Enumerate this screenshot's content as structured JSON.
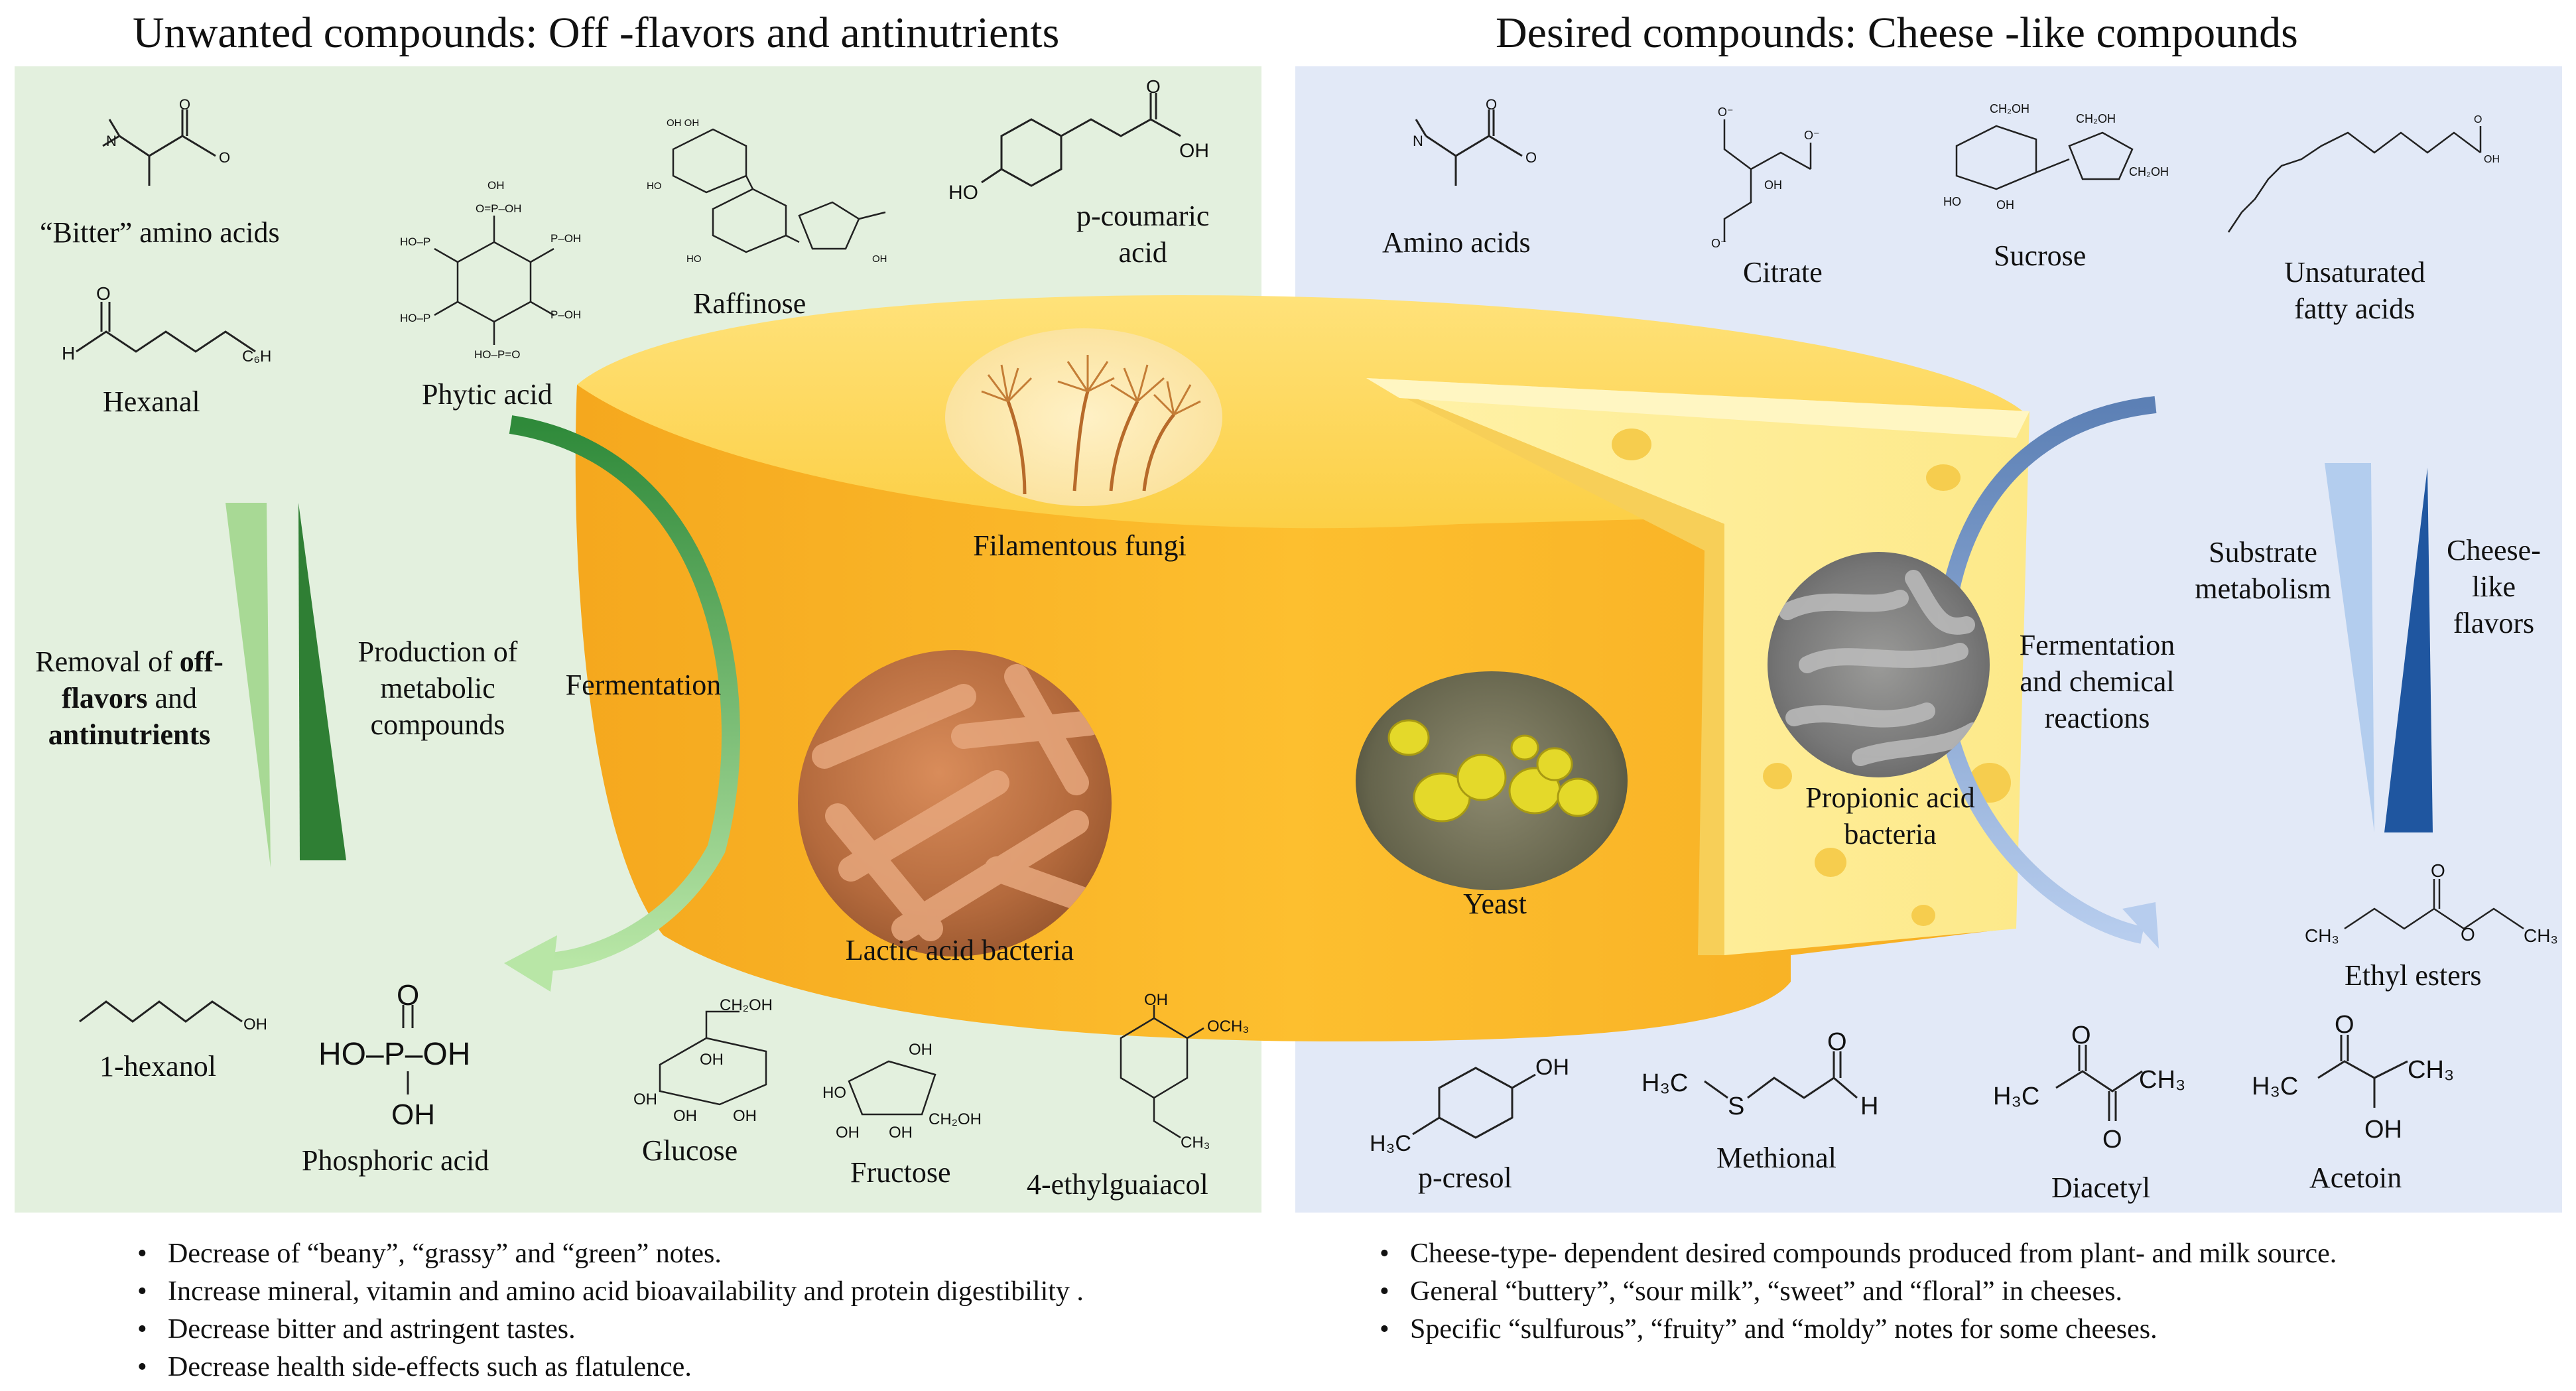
{
  "titles": {
    "left": "Unwanted compounds: Off -flavors and antinutrients",
    "right": "Desired compounds: Cheese -like compounds"
  },
  "left_compounds": {
    "bitter": "“Bitter” amino acids",
    "hexanal": "Hexanal",
    "phytic": "Phytic acid",
    "raffinose": "Raffinose",
    "coumaric_1": "p-coumaric",
    "coumaric_2": "acid",
    "hexanol": "1-hexanol",
    "phosphoric": "Phosphoric acid",
    "glucose": "Glucose",
    "fructose": "Fructose",
    "guaiacol": "4-ethylguaiacol"
  },
  "right_compounds": {
    "amino": "Amino acids",
    "citrate": "Citrate",
    "sucrose": "Sucrose",
    "ufa_1": "Unsaturated",
    "ufa_2": "fatty acids",
    "ethyl": "Ethyl esters",
    "pcresol": "p-cresol",
    "methional": "Methional",
    "diacetyl": "Diacetyl",
    "acetoin": "Acetoin"
  },
  "organisms": {
    "fungi": "Filamentous fungi",
    "lab": "Lactic acid bacteria",
    "yeast": "Yeast",
    "pab_1": "Propionic acid",
    "pab_2": "bacteria"
  },
  "process": {
    "fermentation": "Fermentation",
    "fc_1": "Fermentation",
    "fc_2": "and chemical",
    "fc_3": "reactions",
    "removal_1": "Removal of",
    "removal_1b": "off-",
    "removal_2a": "flavors",
    "removal_2b": " and",
    "removal_3": "antinutrients",
    "prod_1": "Production of",
    "prod_2": "metabolic",
    "prod_3": "compounds",
    "sub_1": "Substrate",
    "sub_2": "metabolism",
    "cl_1": "Cheese-",
    "cl_2": "like",
    "cl_3": "flavors"
  },
  "bullets_left": [
    "Decrease of “beany”, “grassy” and “green” notes.",
    "Increase mineral, vitamin and amino acid bioavailability  and protein digestibility .",
    "Decrease bitter and astringent tastes.",
    "Decrease health side-effects such as flatulence."
  ],
  "bullets_right": [
    "Cheese-type- dependent desired compounds produced from plant- and milk source.",
    "General “buttery”, “sour milk”, “sweet” and “floral” in cheeses.",
    "Specific “sulfurous”, “fruity” and “moldy” notes for some cheeses."
  ],
  "colors": {
    "left_panel": "#e3f0de",
    "right_panel": "#e2e9f7",
    "cheese": "#fbbd2d",
    "cheese_light": "#ffe070",
    "green_light": "#a3d88e",
    "green_dark": "#2e8a36",
    "blue_light": "#a9c3e8",
    "blue_dark": "#1b4f91"
  }
}
